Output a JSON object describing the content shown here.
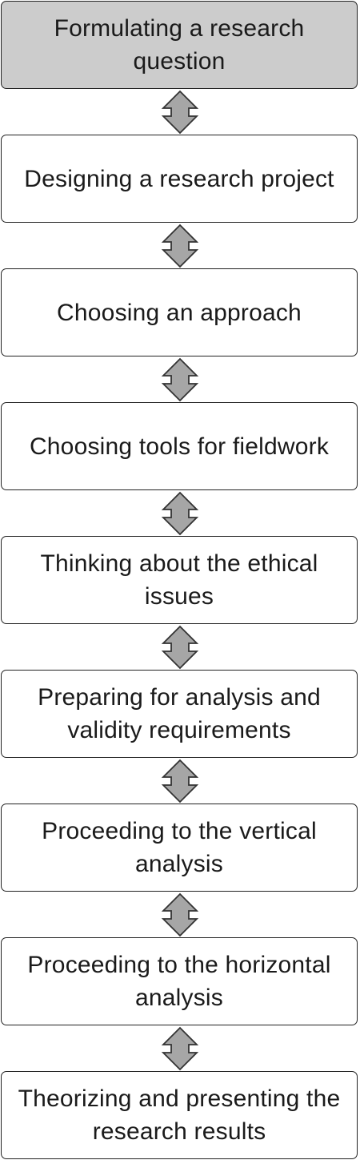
{
  "diagram": {
    "steps": [
      {
        "label": "Formulating a research question",
        "highlighted": true
      },
      {
        "label": "Designing a research project",
        "highlighted": false
      },
      {
        "label": "Choosing an approach",
        "highlighted": false
      },
      {
        "label": "Choosing tools for fieldwork",
        "highlighted": false
      },
      {
        "label": "Thinking about the ethical issues",
        "highlighted": false
      },
      {
        "label": "Preparing for analysis and validity requirements",
        "highlighted": false
      },
      {
        "label": "Proceeding to the vertical analysis",
        "highlighted": false
      },
      {
        "label": "Proceeding to the horizontal analysis",
        "highlighted": false
      },
      {
        "label": "Theorizing and presenting the research results",
        "highlighted": false
      }
    ],
    "connectors": [
      {
        "icon": "double-arrow-icon",
        "direction": "bidirectional"
      },
      {
        "icon": "double-arrow-icon",
        "direction": "bidirectional"
      },
      {
        "icon": "double-arrow-icon",
        "direction": "bidirectional"
      },
      {
        "icon": "double-arrow-icon",
        "direction": "bidirectional"
      },
      {
        "icon": "double-arrow-icon",
        "direction": "bidirectional"
      },
      {
        "icon": "double-arrow-icon",
        "direction": "bidirectional"
      },
      {
        "icon": "double-arrow-icon",
        "direction": "bidirectional"
      },
      {
        "icon": "double-arrow-icon",
        "direction": "bidirectional"
      }
    ],
    "colors": {
      "highlight_fill": "#cccccc",
      "box_fill": "#ffffff",
      "border": "#222222",
      "arrow_fill": "#a6a6a6",
      "arrow_stroke": "#333333"
    }
  }
}
